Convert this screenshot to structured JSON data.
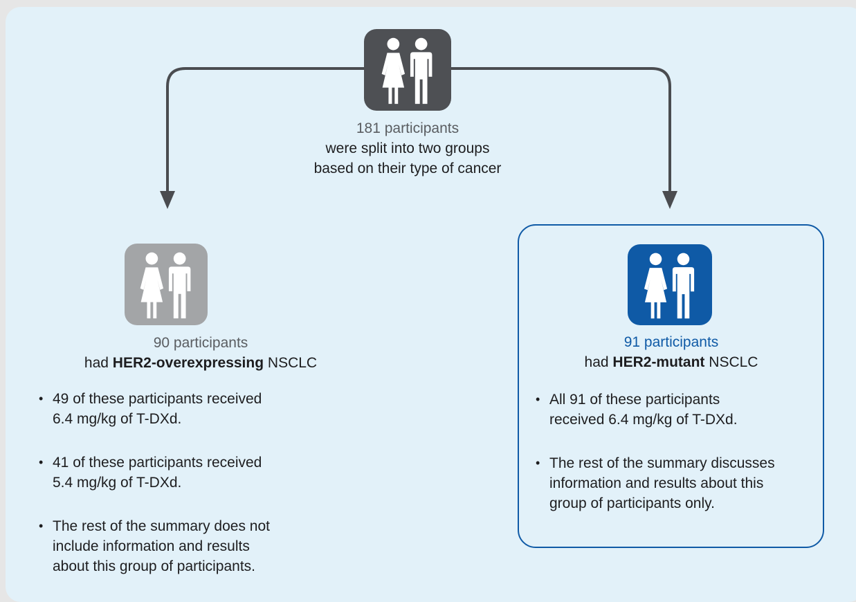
{
  "colors": {
    "panel_background": "#e2f1f9",
    "top_group": "#4e5054",
    "left_group": "#a3a5a7",
    "right_group": "#0f5aa6",
    "connector": "#4a4c50"
  },
  "icons": {
    "top": "people-icon",
    "left": "people-icon",
    "right": "people-icon"
  },
  "top": {
    "count": "181 participants",
    "line1": "were split into two groups",
    "line2": "based on their type of cancer"
  },
  "left_group": {
    "count": "90 participants",
    "had": "had",
    "type": "HER2-overexpressing",
    "suffix": "NSCLC",
    "bullets": [
      {
        "line1": "49 of these participants received",
        "line2": "6.4 mg/kg of T-DXd."
      },
      {
        "line1": "41 of these participants received",
        "line2": "5.4 mg/kg of T-DXd."
      },
      {
        "line1": "The rest of the summary does not",
        "line2": "include information and results",
        "line3": "about this group of participants."
      }
    ]
  },
  "right_group": {
    "count": "91 participants",
    "had": "had",
    "type": "HER2-mutant",
    "suffix": "NSCLC",
    "bullets": [
      {
        "line1": "All 91 of these participants",
        "line2": "received 6.4 mg/kg of T-DXd."
      },
      {
        "line1": "The rest of the summary discusses",
        "line2": "information and results about this",
        "line3": "group of participants only."
      }
    ]
  }
}
